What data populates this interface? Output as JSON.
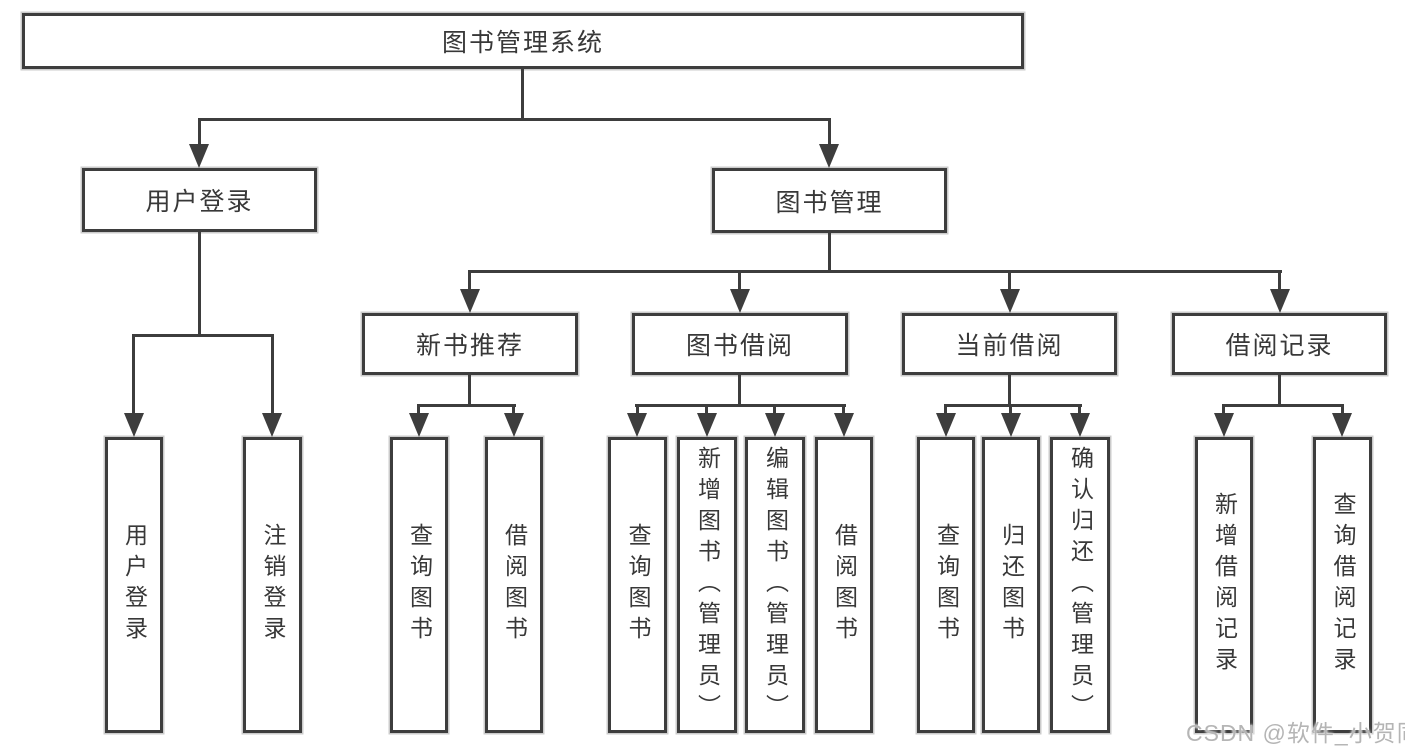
{
  "diagram_title": "图书管理系统",
  "colors": {
    "line": "#3d3d3d",
    "text": "#383838",
    "background": "#ffffff",
    "watermark": "#b5b5b5"
  },
  "tree": {
    "root": {
      "label": "图书管理系统"
    },
    "branches": [
      {
        "label": "用户登录",
        "children": [
          {
            "label": "用户登录"
          },
          {
            "label": "注销登录"
          }
        ]
      },
      {
        "label": "图书管理",
        "sections": [
          {
            "label": "新书推荐",
            "children": [
              {
                "label": "查询图书"
              },
              {
                "label": "借阅图书"
              }
            ]
          },
          {
            "label": "图书借阅",
            "children": [
              {
                "label": "查询图书"
              },
              {
                "label": "新增图书（管理员）"
              },
              {
                "label": "编辑图书（管理员）"
              },
              {
                "label": "借阅图书"
              }
            ]
          },
          {
            "label": "当前借阅",
            "children": [
              {
                "label": "查询图书"
              },
              {
                "label": "归还图书"
              },
              {
                "label": "确认归还（管理员）"
              }
            ]
          },
          {
            "label": "借阅记录",
            "children": [
              {
                "label": "新增借阅记录"
              },
              {
                "label": "查询借阅记录"
              }
            ]
          }
        ]
      }
    ]
  },
  "watermark": {
    "text": "CSDN @软件_小贺同学"
  }
}
